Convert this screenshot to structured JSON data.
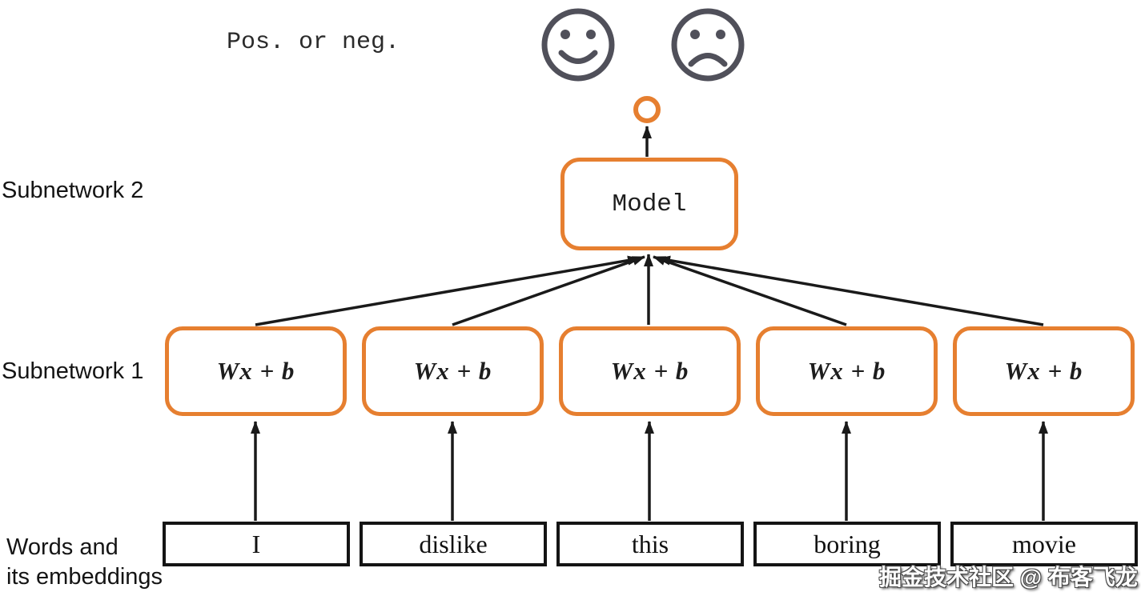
{
  "caption": "Pos. or neg.",
  "row_labels": {
    "subnetwork2": "Subnetwork 2",
    "subnetwork1": "Subnetwork 1",
    "words_line1": "Words and",
    "words_line2": "its embeddings"
  },
  "model_box": {
    "label": "Model"
  },
  "subnetwork1_boxes": {
    "labels": [
      "Wx + b",
      "Wx + b",
      "Wx + b",
      "Wx + b",
      "Wx + b"
    ]
  },
  "word_boxes": {
    "labels": [
      "I",
      "dislike",
      "this",
      "boring",
      "movie"
    ]
  },
  "icons": {
    "positive": "happy-face-icon",
    "negative": "sad-face-icon",
    "output_node": "output-node-circle"
  },
  "colors": {
    "accent_orange": "#E67F30",
    "arrow_black": "#1A1A1A",
    "face_gray": "#50505A",
    "word_box_border": "#141414"
  },
  "watermark": "掘金技术社区 @ 布客飞龙"
}
